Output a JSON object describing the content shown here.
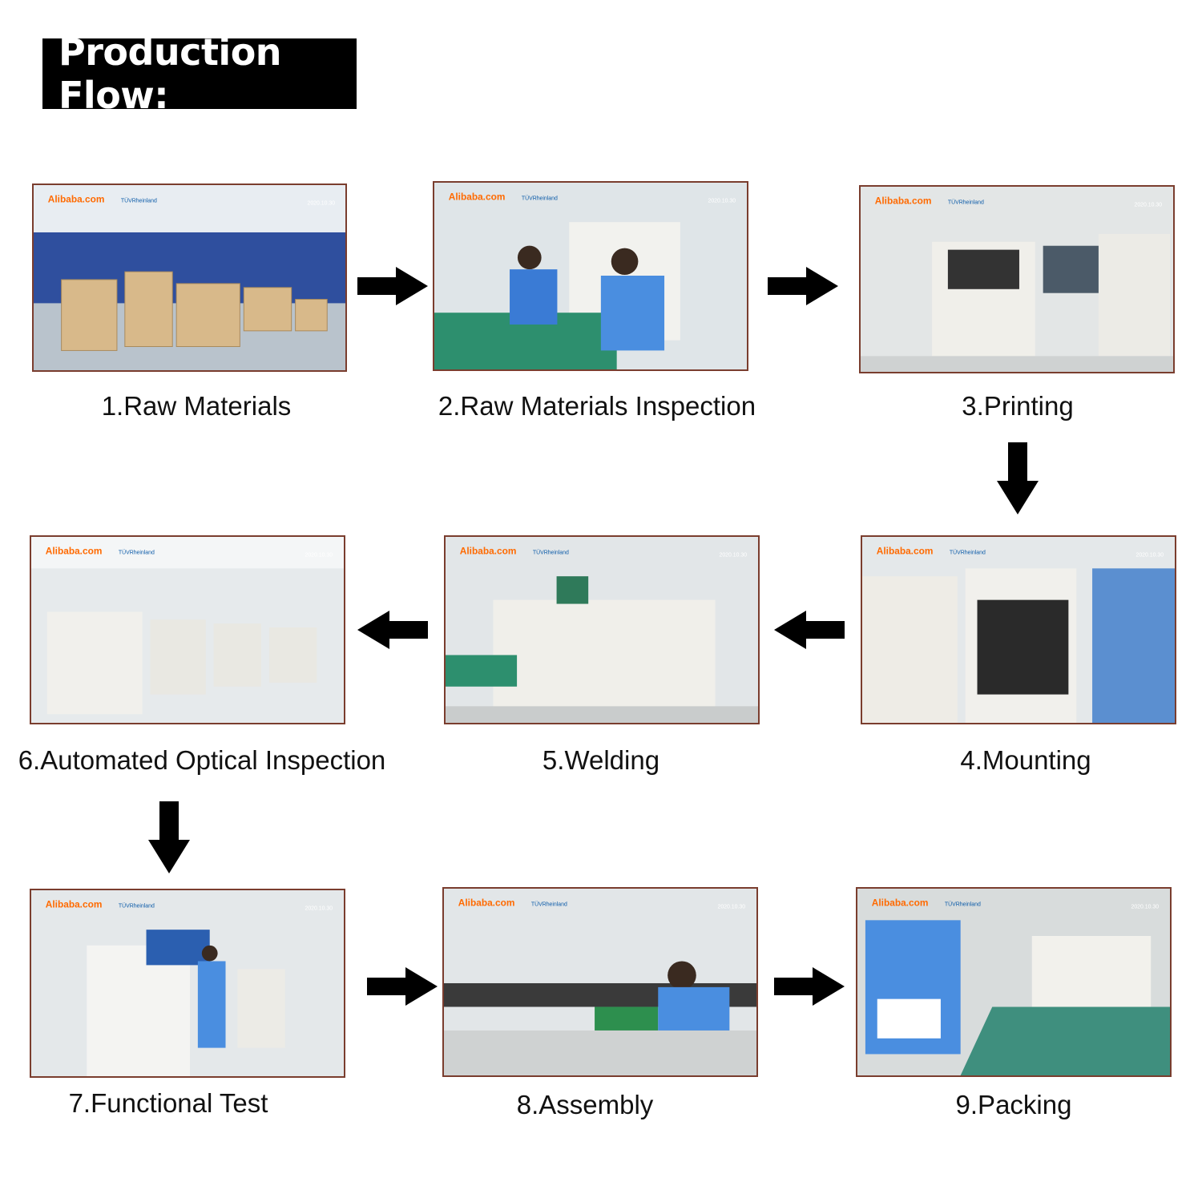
{
  "title": "Production Flow:",
  "watermark": {
    "brand": "Alibaba",
    "brand_suffix": ".com",
    "cert": "TÜVRheinland",
    "date": "2020.10.30"
  },
  "colors": {
    "frame": "#7a3d2e",
    "arrow": "#000000",
    "brand_orange": "#ff6a00",
    "cert_blue": "#0a5aa8"
  },
  "steps": [
    {
      "label": "1.Raw Materials"
    },
    {
      "label": "2.Raw Materials Inspection"
    },
    {
      "label": "3.Printing"
    },
    {
      "label": "4.Mounting"
    },
    {
      "label": "5.Welding"
    },
    {
      "label": "6.Automated Optical Inspection"
    },
    {
      "label": "7.Functional Test"
    },
    {
      "label": "8.Assembly"
    },
    {
      "label": "9.Packing"
    }
  ],
  "arrows": [
    {
      "from": 1,
      "to": 2,
      "direction": "right"
    },
    {
      "from": 2,
      "to": 3,
      "direction": "right"
    },
    {
      "from": 3,
      "to": 4,
      "direction": "down"
    },
    {
      "from": 4,
      "to": 5,
      "direction": "left"
    },
    {
      "from": 5,
      "to": 6,
      "direction": "left"
    },
    {
      "from": 6,
      "to": 7,
      "direction": "down"
    },
    {
      "from": 7,
      "to": 8,
      "direction": "right"
    },
    {
      "from": 8,
      "to": 9,
      "direction": "right"
    }
  ]
}
